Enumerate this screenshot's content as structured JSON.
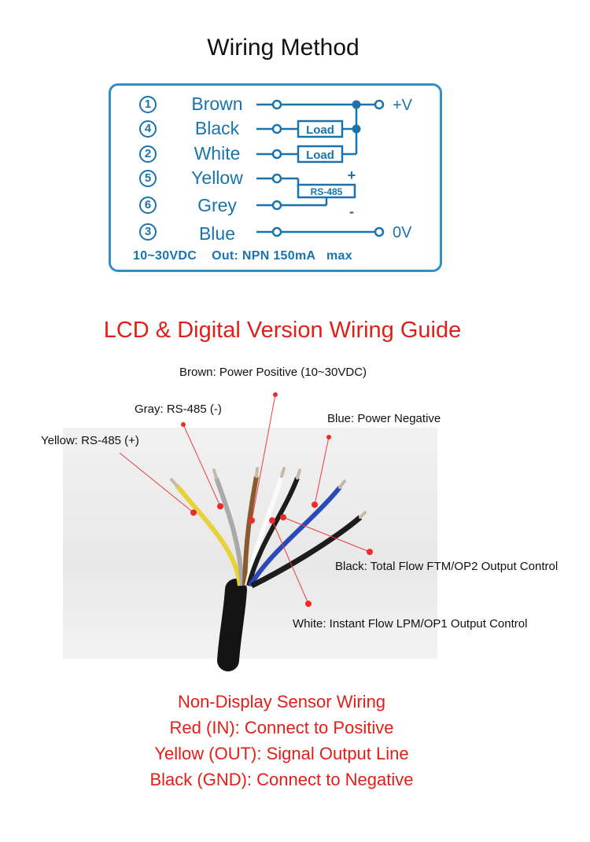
{
  "wiring_method": {
    "title": "Wiring Method",
    "wires": [
      {
        "number": "1",
        "color": "Brown"
      },
      {
        "number": "4",
        "color": "Black"
      },
      {
        "number": "2",
        "color": "White"
      },
      {
        "number": "5",
        "color": "Yellow"
      },
      {
        "number": "6",
        "color": "Grey"
      },
      {
        "number": "3",
        "color": "Blue"
      }
    ],
    "load_label": "Load",
    "rs485_label": "RS-485",
    "plus_v": "+V",
    "zero_v": "0V",
    "plus_sign": "+",
    "minus_sign": "-",
    "spec": "10~30VDC    Out: NPN 150mA   max"
  },
  "guide": {
    "title": "LCD & Digital Version Wiring Guide",
    "callouts": {
      "brown": "Brown: Power Positive (10~30VDC)",
      "gray": "Gray: RS-485 (-)",
      "yellow": "Yellow: RS-485 (+)",
      "blue": "Blue: Power Negative",
      "black": "Black: Total Flow FTM/OP2 Output Control",
      "white": "White: Instant Flow LPM/OP1 Output Control"
    }
  },
  "non_display": {
    "line1": "Non-Display Sensor Wiring",
    "line2": "Red (IN): Connect to Positive",
    "line3": "Yellow (OUT): Signal Output Line",
    "line4": "Black (GND): Connect to Negative"
  },
  "colors": {
    "accent_blue": "#1a73ad",
    "box_border": "#2f8fc9",
    "red_text": "#e02018",
    "leader_red": "#ee3b3b"
  }
}
